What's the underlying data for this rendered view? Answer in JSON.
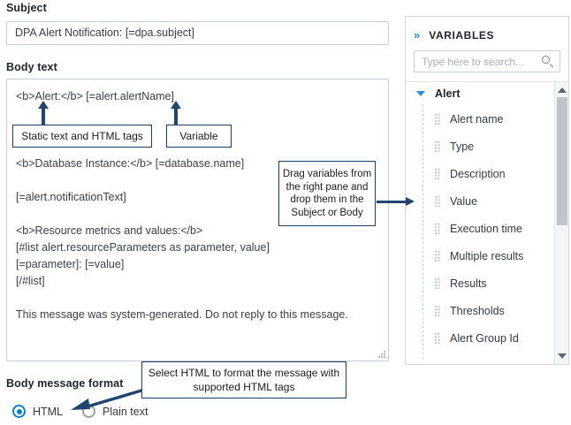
{
  "form": {
    "subject_label": "Subject",
    "subject_value": "DPA Alert Notification: [=dpa.subject]",
    "body_label": "Body text",
    "body_lines": [
      "<b>Alert:</b> [=alert.alertName]",
      "",
      "",
      "",
      "<b>Database Instance:</b> [=database.name]",
      "",
      "[=alert.notificationText]",
      "",
      "<b>Resource metrics and values:</b>",
      "[#list alert.resourceParameters as parameter, value]",
      "[=parameter]: [=value]",
      "[/#list]",
      "",
      "This message was system-generated. Do not reply to this message."
    ],
    "format_label": "Body message format",
    "format_options": [
      {
        "label": "HTML",
        "selected": true
      },
      {
        "label": "Plain text",
        "selected": false
      }
    ]
  },
  "callouts": {
    "static_text": "Static text and HTML tags",
    "variable": "Variable",
    "drag": "Drag variables from the right pane and drop them in the Subject or Body",
    "html_format": "Select HTML to format the message with supported HTML tags"
  },
  "variables_pane": {
    "title": "VARIABLES",
    "expand_icon": "»",
    "search_placeholder": "Type here to search...",
    "search_value": "",
    "group": {
      "label": "Alert",
      "expanded": true,
      "items": [
        "Alert name",
        "Type",
        "Description",
        "Value",
        "Execution time",
        "Multiple results",
        "Results",
        "Thresholds",
        "Alert Group Id"
      ]
    }
  },
  "colors": {
    "accent_blue": "#0f7dc2",
    "callout_border": "#1f3c63",
    "arrow": "#1f4570",
    "text": "#33393f",
    "border": "#c6cbd1"
  }
}
